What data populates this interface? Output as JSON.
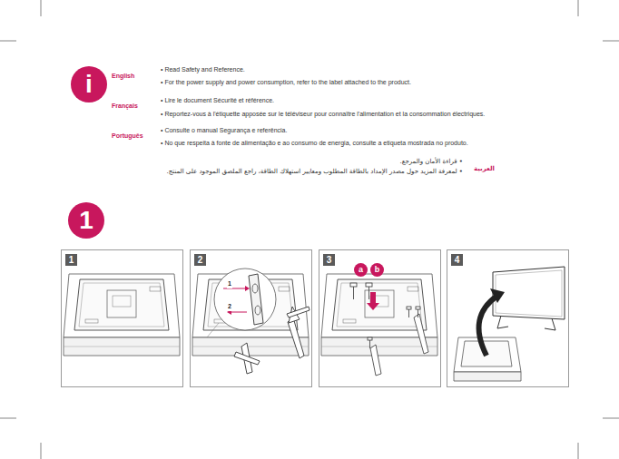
{
  "diagram": {
    "nodes": [
      {
        "text": [
          "i"
        ]
      },
      {
        "text": [
          "1"
        ]
      },
      {
        "text": [
          "1"
        ]
      },
      {
        "text": [
          "2"
        ]
      },
      {
        "text": [
          "3"
        ]
      },
      {
        "text": [
          "4"
        ]
      },
      {
        "text": [
          "a"
        ],
        "in": 4
      },
      {
        "text": [
          "b"
        ],
        "in": 4
      }
    ],
    "labels": [
      "English",
      "• Read Safety and Reference.",
      "• For the power supply and power consumption, refer to the label attached to the product.",
      "Français",
      "• Lire le document Sécurité et référence.",
      "• Reportez-vous à l'étiquette apposée sur le téléviseur pour connaître l'alimentation et la consommation électriques.",
      "Português",
      "• Consulte o manual Segurança e referência.",
      "• No que respeita à fonte de alimentação e ao consumo de energia, consulte a etiqueta mostrada no produto.",
      "العربية",
      "• قراءة الأمان والمرجع.",
      "• لمعرفة المزيد حول مصدر الإمداد بالطاقة المطلوب ومعايير استهلاك الطاقة، راجع الملصق الموجود على المنتج.",
      "1",
      "2"
    ]
  }
}
